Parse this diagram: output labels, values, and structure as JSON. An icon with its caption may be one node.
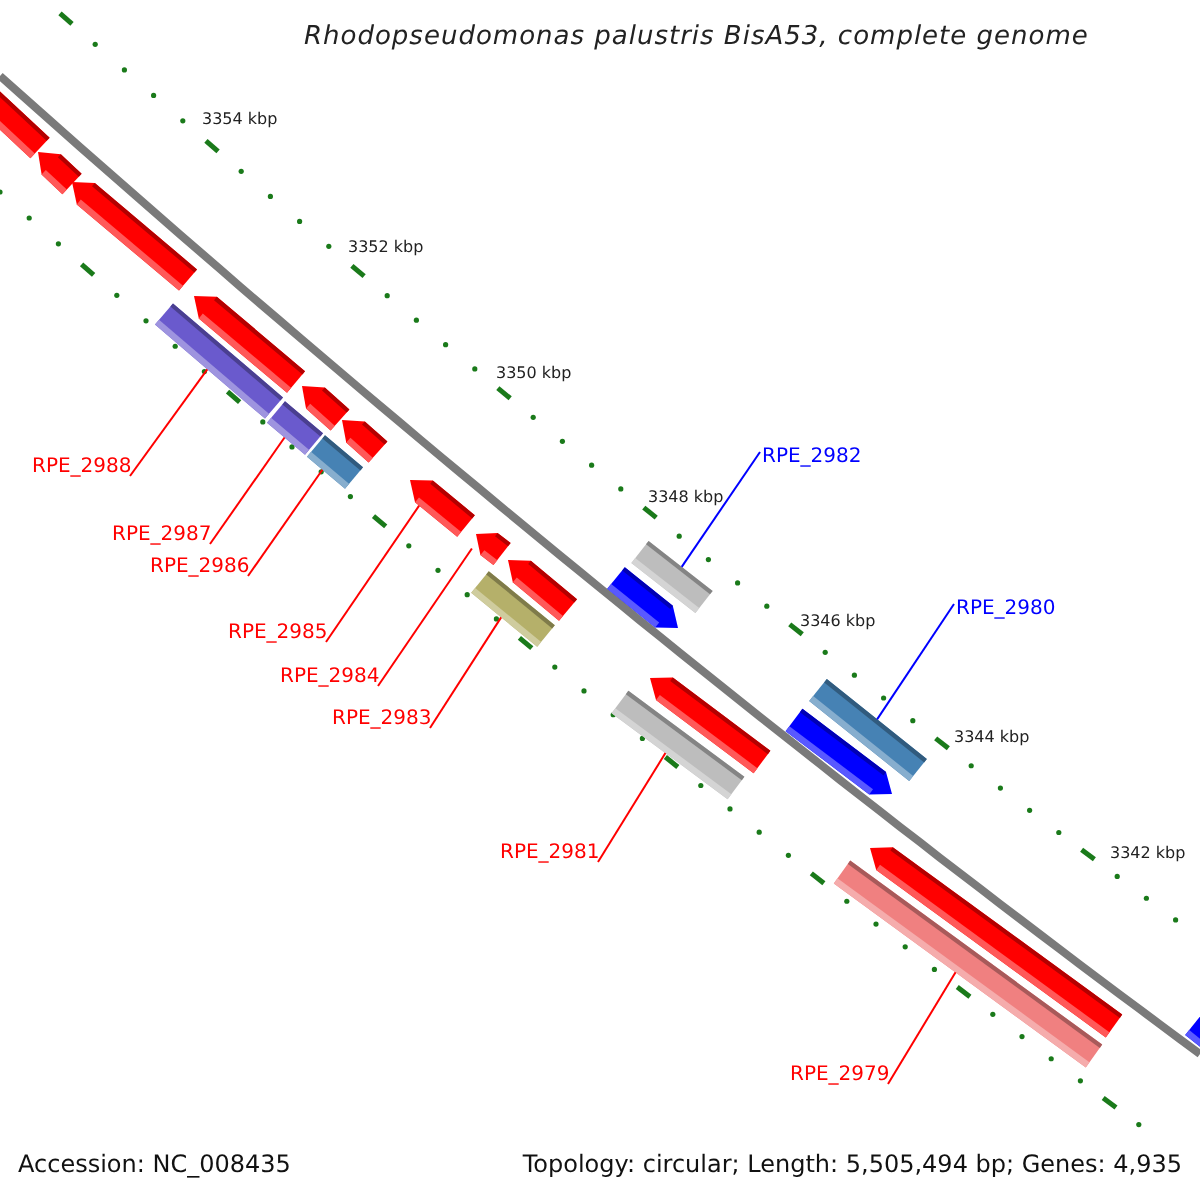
{
  "diagram": {
    "title": "Rhodopseudomonas palustris BisA53, complete genome",
    "nodes": [
      {
        "text": [
          "RPE_2988"
        ]
      },
      {
        "text": [
          "RPE_2987"
        ]
      },
      {
        "text": [
          "RPE_2986"
        ]
      },
      {
        "text": [
          "RPE_2985"
        ]
      },
      {
        "text": [
          "RPE_2984"
        ]
      },
      {
        "text": [
          "RPE_2983"
        ]
      },
      {
        "text": [
          "RPE_2982"
        ]
      },
      {
        "text": [
          "RPE_2981"
        ]
      },
      {
        "text": [
          "RPE_2980"
        ]
      },
      {
        "text": [
          "RPE_2979"
        ]
      },
      {
        "text": [],
        "shape": "bar"
      },
      {
        "text": [],
        "shape": "bar"
      },
      {
        "text": [],
        "shape": "bar"
      },
      {
        "text": [],
        "shape": "arrow"
      },
      {
        "text": [],
        "shape": "arrow"
      },
      {
        "text": [],
        "shape": "bar"
      },
      {
        "text": [],
        "shape": "bar"
      },
      {
        "text": [],
        "shape": "bar"
      },
      {
        "text": [],
        "shape": "bar"
      },
      {
        "text": [],
        "shape": "bar"
      }
    ],
    "edges": [
      {
        "from": 0,
        "to": 10,
        "arrow": "none"
      },
      {
        "from": 1,
        "to": 11,
        "arrow": "none"
      },
      {
        "from": 2,
        "to": 12,
        "arrow": "none"
      },
      {
        "from": 3,
        "to": 13,
        "arrow": "none"
      },
      {
        "from": 4,
        "to": 14,
        "arrow": "none"
      },
      {
        "from": 5,
        "to": 15,
        "arrow": "none"
      },
      {
        "from": 6,
        "to": 16,
        "arrow": "none",
        "color": "#0000ff"
      },
      {
        "from": 7,
        "to": 17,
        "arrow": "none"
      },
      {
        "from": 8,
        "to": 18,
        "arrow": "none",
        "color": "#0000ff"
      },
      {
        "from": 9,
        "to": 19,
        "arrow": "none"
      }
    ],
    "labels": [
      "3354 kbp",
      "3352 kbp",
      "3350 kbp",
      "3348 kbp",
      "3346 kbp",
      "3344 kbp",
      "3342 kbp",
      "Accession: NC_008435",
      "Topology: circular; Length: 5,505,494 bp; Genes: 4,935"
    ]
  }
}
